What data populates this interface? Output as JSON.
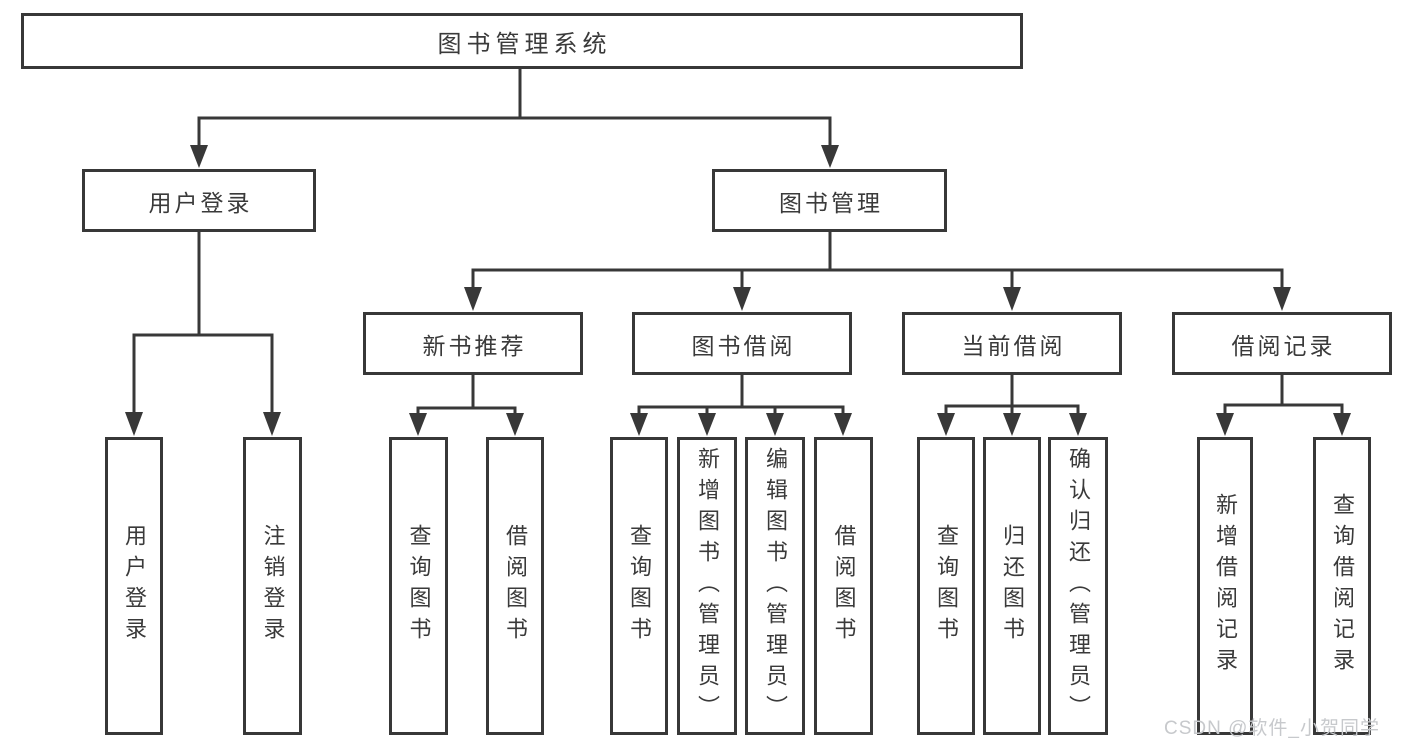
{
  "diagram": {
    "type": "hierarchy",
    "tree": {
      "label": "图书管理系统",
      "children": [
        {
          "label": "用户登录",
          "children": [
            {
              "label": "用户登录"
            },
            {
              "label": "注销登录"
            }
          ]
        },
        {
          "label": "图书管理",
          "children": [
            {
              "label": "新书推荐",
              "children": [
                {
                  "label": "查询图书"
                },
                {
                  "label": "借阅图书"
                }
              ]
            },
            {
              "label": "图书借阅",
              "children": [
                {
                  "label": "查询图书"
                },
                {
                  "label": "新增图书（管理员）"
                },
                {
                  "label": "编辑图书（管理员）"
                },
                {
                  "label": "借阅图书"
                }
              ]
            },
            {
              "label": "当前借阅",
              "children": [
                {
                  "label": "查询图书"
                },
                {
                  "label": "归还图书"
                },
                {
                  "label": "确认归还（管理员）"
                }
              ]
            },
            {
              "label": "借阅记录",
              "children": [
                {
                  "label": "新增借阅记录"
                },
                {
                  "label": "查询借阅记录"
                }
              ]
            }
          ]
        }
      ]
    },
    "watermark": "CSDN @软件_小贺同学",
    "colors": {
      "line": "#383838",
      "text": "#3a3a3a",
      "background": "#ffffff",
      "watermark": "#c7c9cc"
    }
  }
}
